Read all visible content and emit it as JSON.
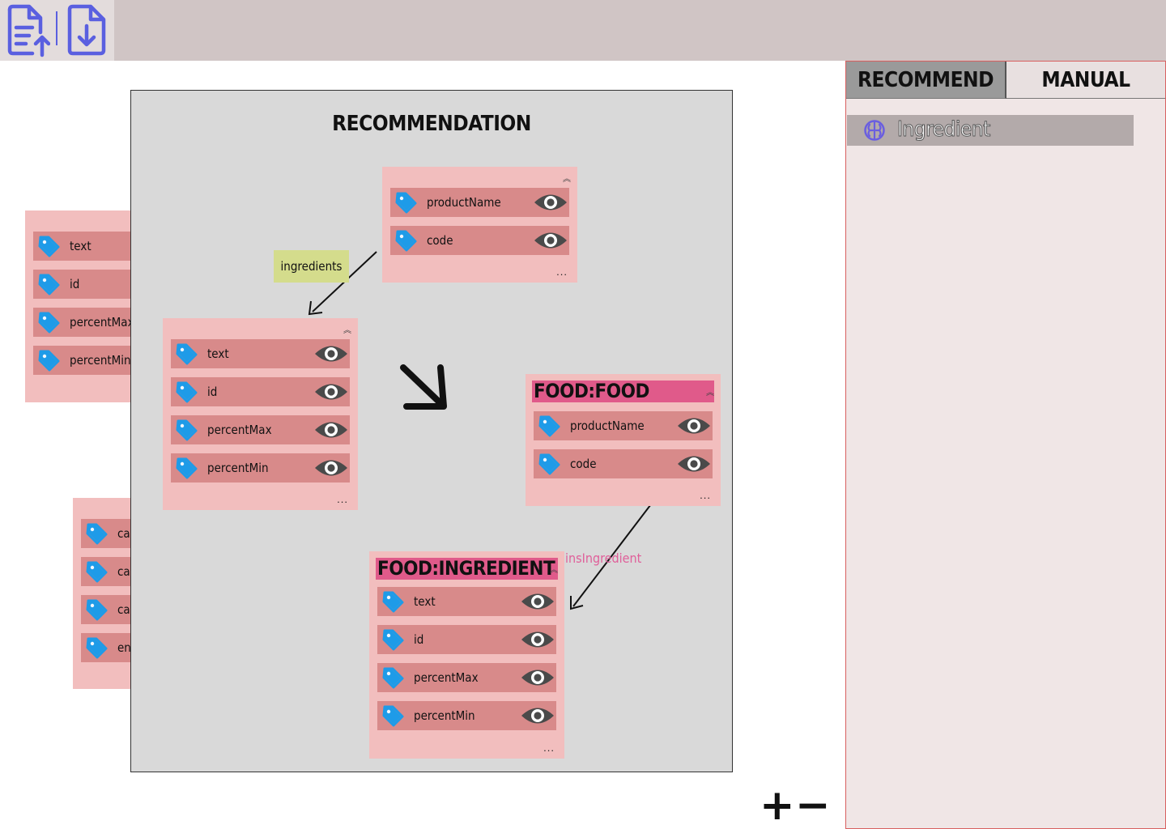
{
  "toolbar": {
    "upload_icon": "file-upload-icon",
    "download_icon": "file-download-icon",
    "icon_color": "#5a5fe0"
  },
  "left_card_top": {
    "rows": [
      "text",
      "id",
      "percentMax",
      "percentMin"
    ]
  },
  "left_card_bottom": {
    "rows": [
      "cal",
      "cal",
      "cal",
      "en"
    ]
  },
  "recommendation": {
    "title": "RECOMMENDATION",
    "source_card": {
      "rows": [
        "productName",
        "code"
      ],
      "more": "..."
    },
    "edge_label": "ingredients",
    "target_card": {
      "rows": [
        "text",
        "id",
        "percentMax",
        "percentMin"
      ],
      "more": "..."
    },
    "arrow_icon": "arrow-down-right-icon",
    "food_card": {
      "title": "FOOD:FOOD",
      "rows": [
        "productName",
        "code"
      ],
      "more": "..."
    },
    "food_edge_label": "food:containsIngredient",
    "ingredient_card": {
      "title": "FOOD:INGREDIENT",
      "rows": [
        "text",
        "id",
        "percentMax",
        "percentMin"
      ],
      "more": "..."
    }
  },
  "zoom": {
    "plus": "+",
    "minus": "−"
  },
  "panel": {
    "tabs": [
      "RECOMMEND",
      "MANUAL"
    ],
    "active_tab": "RECOMMEND",
    "items": [
      {
        "label": "Ingredient",
        "icon": "brain-icon"
      }
    ]
  },
  "colors": {
    "card_bg": "#f2bebe",
    "row_bg": "#d88a8a",
    "tag_icon": "#1e9be8",
    "title_bar": "#e05a8a",
    "edge_label_bg": "#d4dc8c",
    "edge_label_pink": "#e0609a"
  }
}
